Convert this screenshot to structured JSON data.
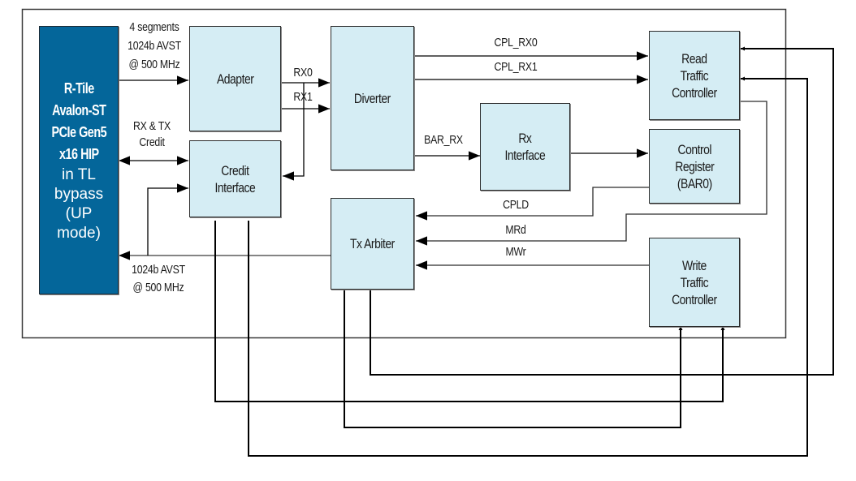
{
  "diagram": {
    "title": "R-Tile Avalon-ST PCIe design block diagram",
    "colors": {
      "host_fill": "#04669a",
      "block_fill": "#d5edf4",
      "line": "#000000"
    },
    "host": {
      "label_bold": "R-Tile\nAvalon-ST\nPCIe Gen5\nx16 HIP",
      "label_normal": "in TL\nbypass\n(UP\nmode)"
    },
    "blocks": {
      "adapter": "Adapter",
      "credit_interface": "Credit\nInterface",
      "diverter": "Diverter",
      "rx_interface": "Rx\nInterface",
      "tx_arbiter": "Tx Arbiter",
      "read_traffic_controller": "Read\nTraffic\nController",
      "control_register": "Control\nRegister\n(BAR0)",
      "write_traffic_controller": "Write\nTraffic\nController"
    },
    "signals": {
      "rx_stream": "4 segments\n1024b AVST\n@ 500 MHz",
      "credit": "RX & TX\nCredit",
      "tx_stream": "1024b AVST\n@ 500 MHz",
      "rx0": "RX0",
      "rx1": "RX1",
      "cpl_rx0": "CPL_RX0",
      "cpl_rx1": "CPL_RX1",
      "bar_rx": "BAR_RX",
      "cpld": "CPLD",
      "mrd": "MRd",
      "mwr": "MWr"
    }
  }
}
